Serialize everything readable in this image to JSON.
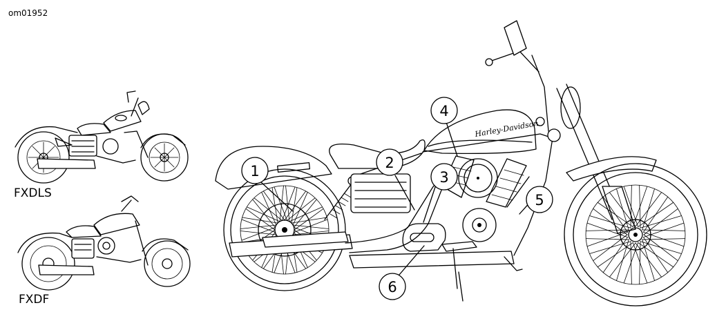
{
  "figure_ref": "om01952",
  "models": [
    "FXDLS",
    "FXDF"
  ],
  "callouts": [
    "1",
    "2",
    "3",
    "4",
    "5",
    "6"
  ],
  "logo_text": "Harley-Davidson"
}
